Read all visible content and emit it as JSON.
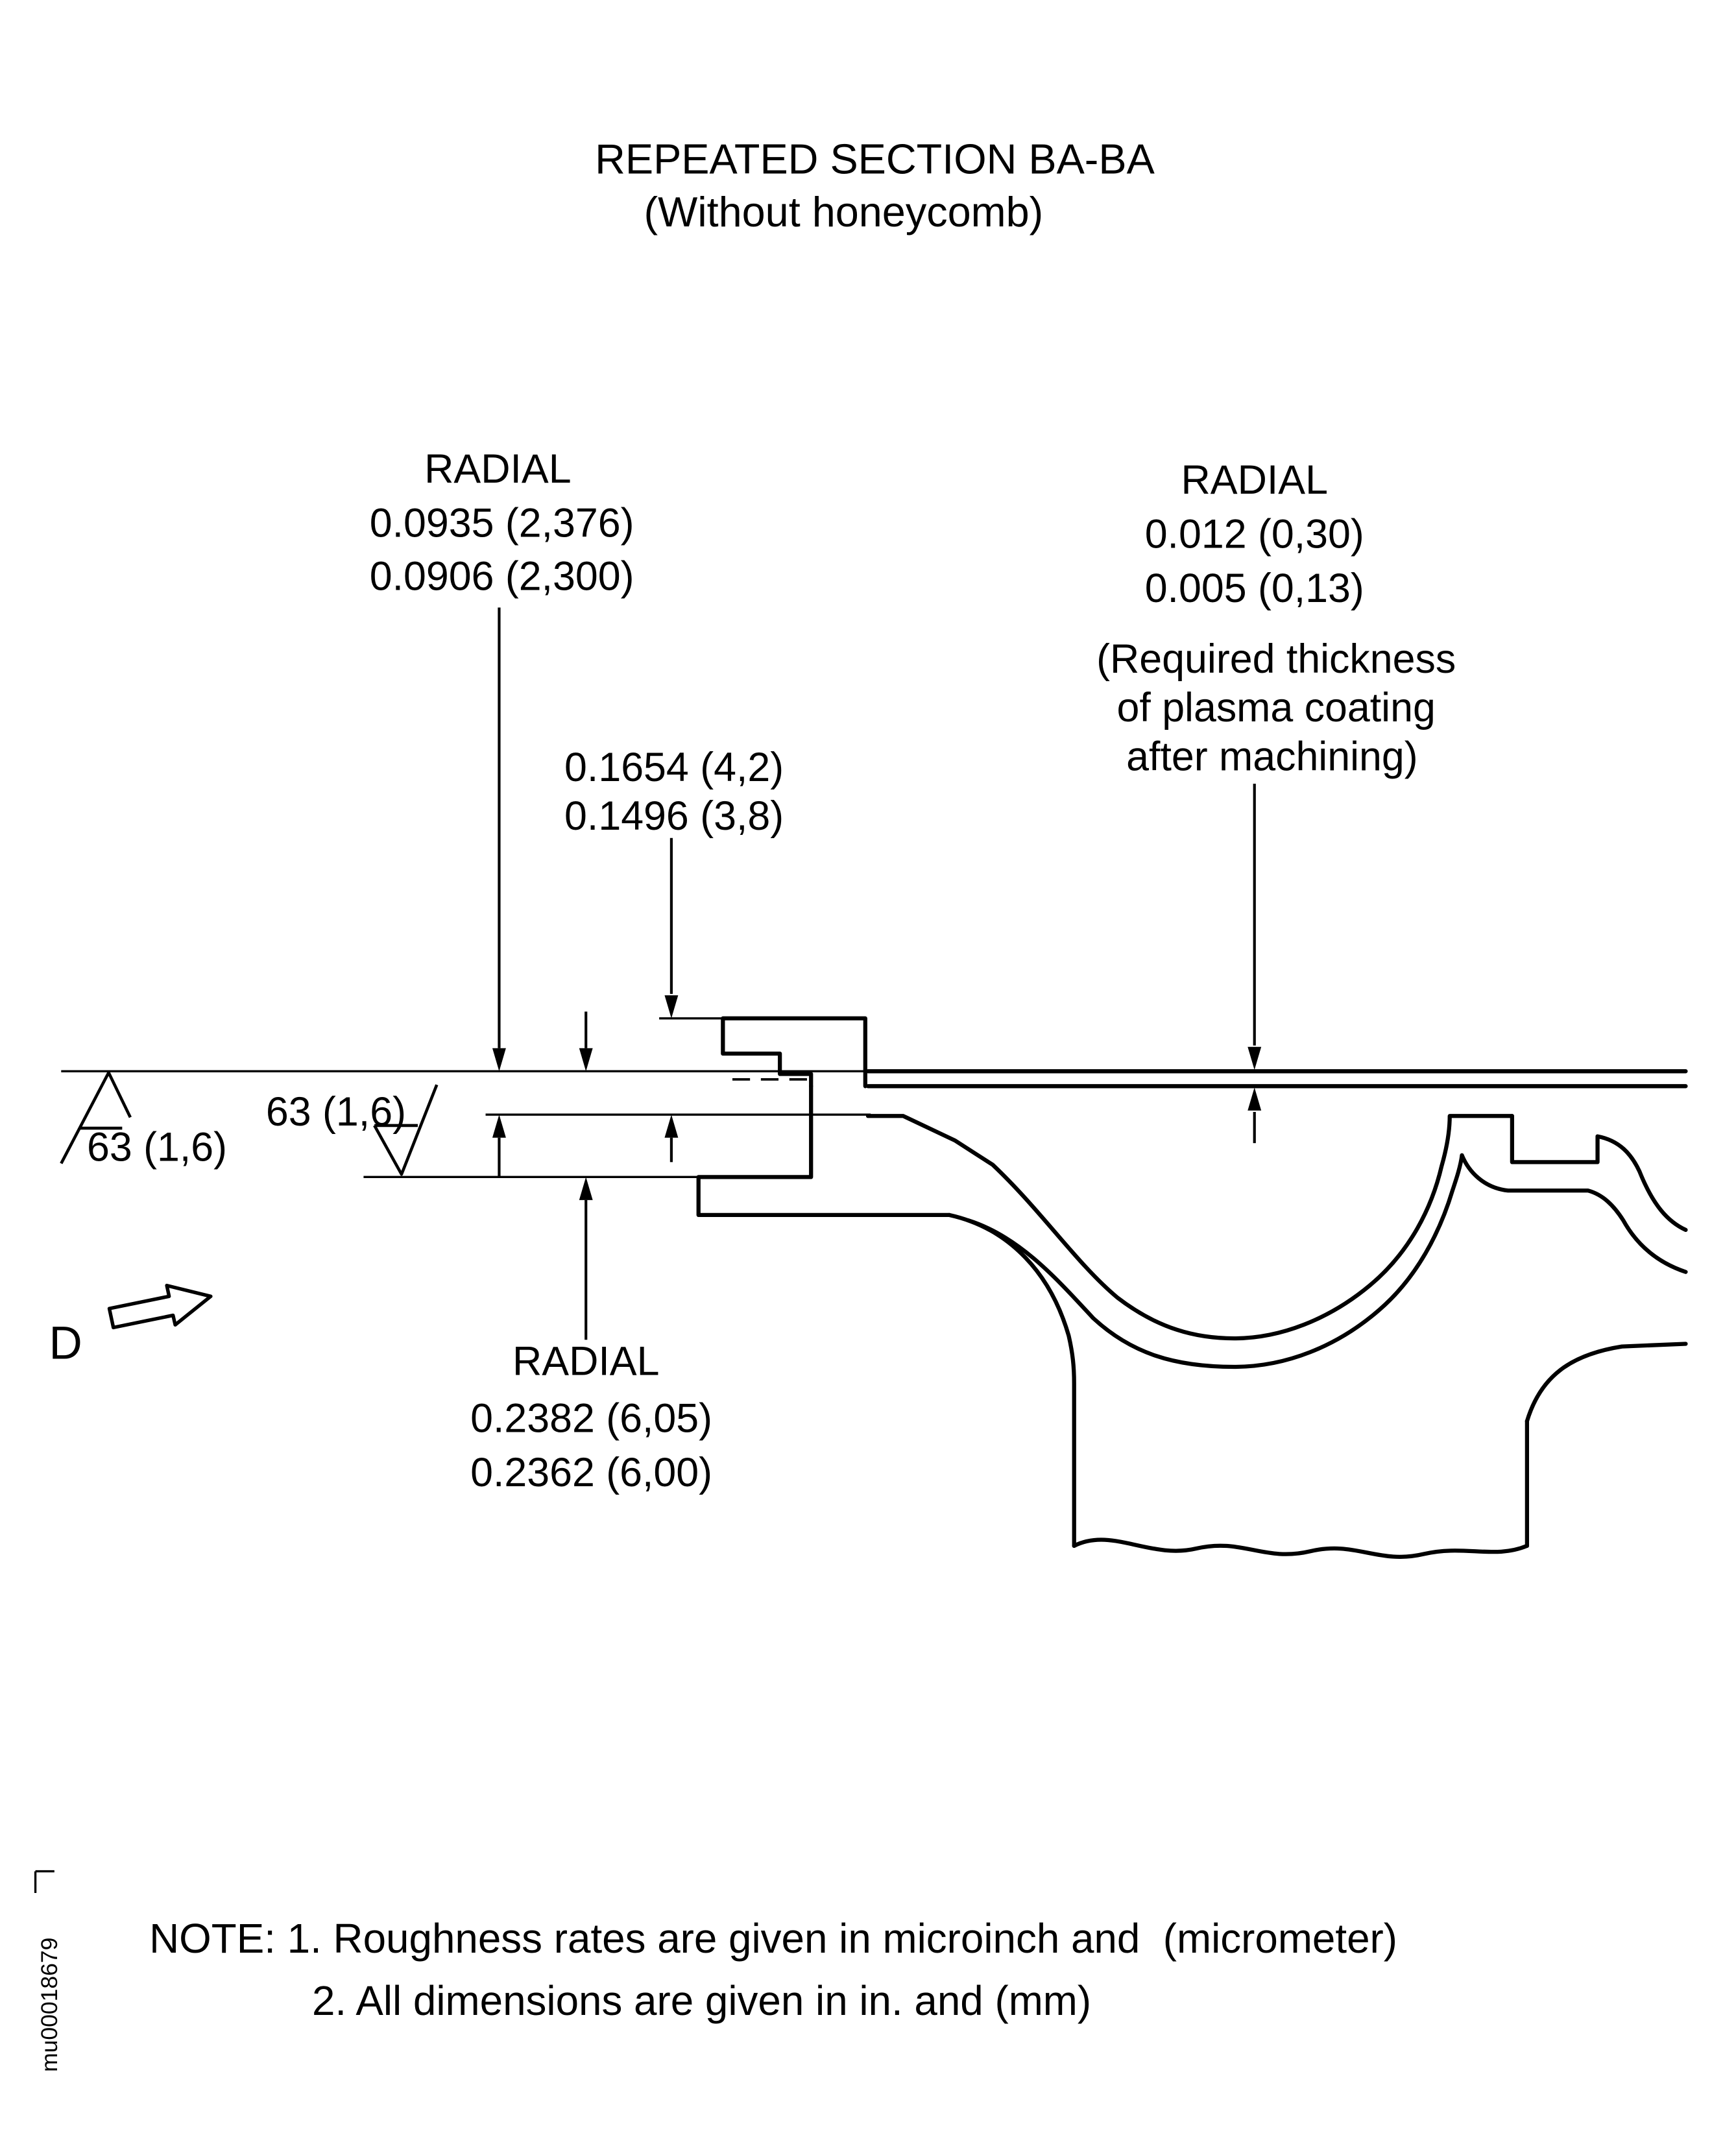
{
  "page": {
    "title_line1": "REPEATED SECTION BA-BA",
    "title_line2": "(Without honeycomb)"
  },
  "callouts": {
    "left_radial": {
      "label": "RADIAL",
      "upper": "0.0935 (2,376)",
      "lower": "0.0906 (2,300)"
    },
    "coating_radial": {
      "label": "RADIAL",
      "upper": "0.012 (0,30)",
      "lower": "0.005 (0,13)",
      "desc_line1": "(Required thickness",
      "desc_line2": "of plasma coating",
      "desc_line3": "after machining)"
    },
    "depth": {
      "upper": "0.1654 (4,2)",
      "lower": "0.1496 (3,8)"
    },
    "bottom_radial": {
      "label": "RADIAL",
      "upper": "0.2382 (6,05)",
      "lower": "0.2362 (6,00)"
    },
    "roughness_left": "63 (1,6)",
    "roughness_mid": "63 (1,6)",
    "view_label": "D"
  },
  "notes": {
    "line1": "NOTE: 1. Roughness rates are given in microinch and  (micrometer)",
    "line2": "2. All dimensions are given in in. and (mm)"
  },
  "doc_id": "mu00018679",
  "colors": {
    "ink": "#000000",
    "paper": "#ffffff"
  }
}
